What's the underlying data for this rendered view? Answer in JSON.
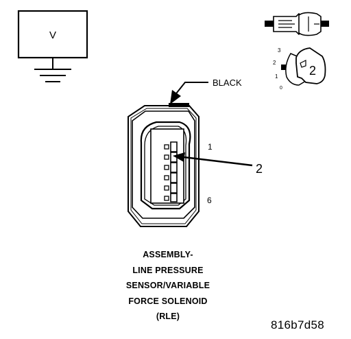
{
  "meter": {
    "label": "V"
  },
  "connector": {
    "color_label": "BLACK",
    "pin_first": "1",
    "pin_last": "6",
    "callout": "2"
  },
  "inset": {
    "callout": "2",
    "pin_numbers": [
      "3",
      "2",
      "1",
      "0"
    ]
  },
  "caption": {
    "lines": [
      "ASSEMBLY-",
      "LINE PRESSURE",
      "SENSOR/VARIABLE",
      "FORCE SOLENOID",
      "(RLE)"
    ]
  },
  "figure_id": "816b7d58"
}
